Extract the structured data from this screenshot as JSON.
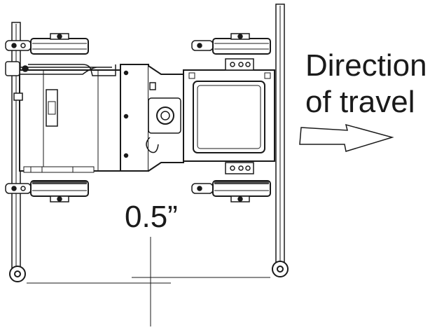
{
  "labels": {
    "direction_line1": "Direction",
    "direction_line2": "of travel",
    "offset": "0.5”"
  },
  "colors": {
    "stroke": "#1a1a1a",
    "fill": "#ffffff",
    "tread": "#4a4a4a"
  }
}
